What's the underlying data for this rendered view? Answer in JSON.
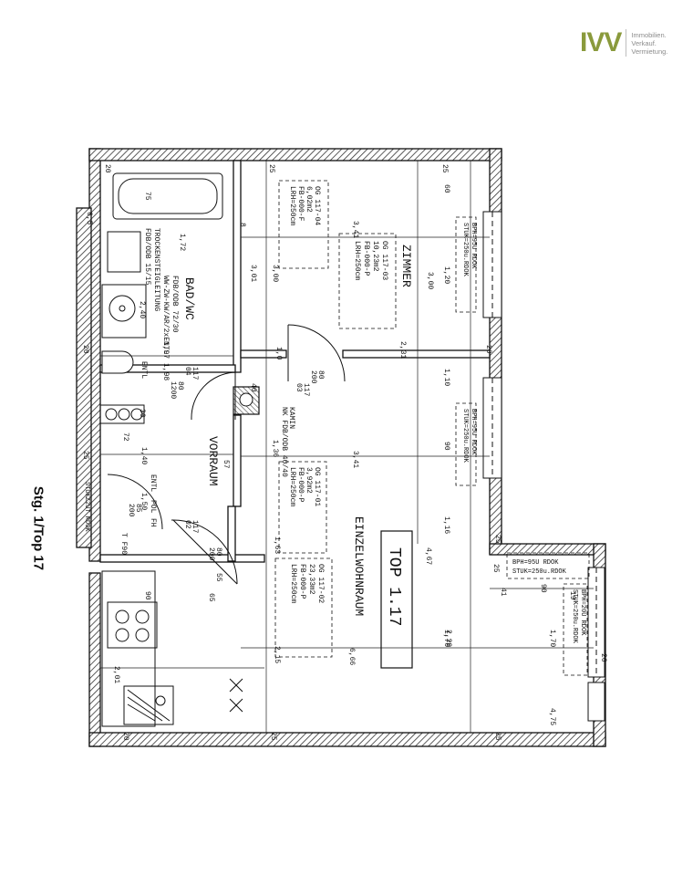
{
  "brand": {
    "logo_text": "IVV",
    "tagline_lines": [
      "Immobilien.",
      "Verkauf.",
      "Vermietung."
    ],
    "accent_color": "#8a9a3c"
  },
  "caption": "Stg. 1/Top 17",
  "plan": {
    "unit_title": "TOP 1.17",
    "rooms": {
      "bad": {
        "name": "BAD/WC",
        "notes": [
          "FDB/ODB 72/30",
          "WW-ZW-KW/AR/2xENTL",
          "TROCKENSTEIGLEITUNG",
          "FDB/ODB 15/15"
        ],
        "info": [
          "OG 117-04",
          "6,02m2",
          "FB-000-F",
          "LRH=250cm"
        ]
      },
      "zimmer": {
        "name": "ZIMMER",
        "info": [
          "OG 117-03",
          "10,23m2",
          "FB-000-P",
          "LRH=250cm"
        ]
      },
      "vorraum": {
        "name": "VORRAUM",
        "info": [
          "OG 117-01",
          "3,92m2",
          "FB-000-P",
          "LRH=250cm"
        ]
      },
      "wohnraum": {
        "name": "EINZELWOHNRAUM",
        "info": [
          "OG 117-02",
          "23,33m2",
          "FB-000-P",
          "LRH=250cm"
        ]
      }
    },
    "windows": [
      {
        "line1": "BPH=95U RDOK",
        "line2": "STUK=250u.RDOK"
      },
      {
        "line1": "BPH=95U RDOK",
        "line2": "STUK=250u.RDOK"
      },
      {
        "line1": "BPH=95U RDOK",
        "line2": "STUK=250u.RDOK"
      },
      {
        "line1": "BPH=20U RDOK",
        "line2": "STUK=250u.RDOK"
      }
    ],
    "doors": {
      "bad_door": [
        "80",
        "200",
        "117",
        "04",
        "1200"
      ],
      "zimmer_door": [
        "80",
        "200",
        "117",
        "03"
      ],
      "entry_door": [
        "85",
        "200",
        "ENTL",
        "POL",
        "FH",
        "T F90"
      ],
      "wohn_door": [
        "117",
        "02",
        "80",
        "200"
      ],
      "entl_label": "ENTL"
    },
    "kamin": [
      "KAMIN",
      "NK FDB/ODB 40/40"
    ],
    "entry_label": "STUKZ2UT RDOK",
    "dimensions": [
      "20",
      "25",
      "25",
      "20",
      "20",
      "25",
      "25",
      "25",
      "20",
      "26",
      "25",
      "25",
      "3,41",
      "3,41",
      "3,00",
      "1,20",
      "1,10",
      "90",
      "1,16",
      "2,31",
      "4,67",
      "2,29",
      "1,70",
      "4,75",
      "90",
      "1,70",
      "6,66",
      "2,15",
      "3,01",
      "3,00",
      "1,72",
      "2,40",
      "1,97",
      "1,98",
      "1,40",
      "1,50",
      "1,36",
      "1,63",
      "72",
      "57",
      "40",
      "30",
      "8",
      "75",
      "90",
      "60",
      "65",
      "41",
      "19",
      "1,0",
      "6,5",
      "55",
      "2,01"
    ]
  }
}
